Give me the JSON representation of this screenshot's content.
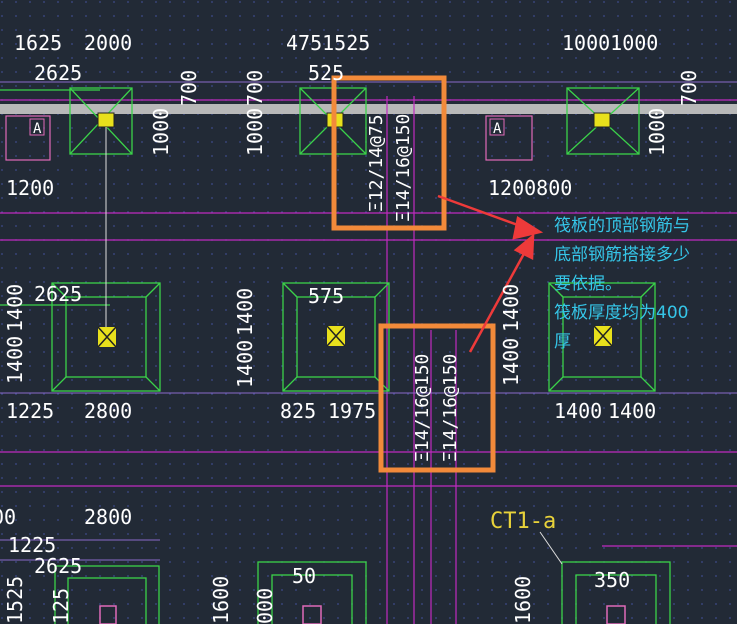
{
  "dims": {
    "t0": "1625",
    "t1": "2000",
    "t2": "4751525",
    "t3": "10001000",
    "t4": "2625",
    "t5": "525",
    "t6": "1200",
    "t7": "1200800",
    "t8": "2625",
    "t9": "575",
    "t10": "1225",
    "t11": "2800",
    "t12": "825",
    "t13": "1975",
    "t14": "1400",
    "t15": "1400",
    "t16": "00",
    "t17": "2800",
    "t18": "1225",
    "t19": "2625",
    "t20": "50",
    "t21": "350"
  },
  "vdims": {
    "v0": "700",
    "v1": "700",
    "v2": "700",
    "v3": "1000",
    "v4": "1000",
    "v5": "1000",
    "v6": "1400",
    "v7": "1400",
    "v8": "1400",
    "v9": "1400",
    "v10": "1400",
    "v11": "1400",
    "v12": "1600",
    "v13": "1600",
    "v14": "1525",
    "v15": "125",
    "v16": "000"
  },
  "rebar": {
    "top_1": "Ξ12/14@75",
    "top_2": "Ξ14/16@150",
    "bottom_1": "Ξ14/16@150",
    "bottom_2": "Ξ14/16@150"
  },
  "markers": {
    "a": "A"
  },
  "tag": {
    "ct": "CT1-a"
  },
  "note": {
    "line1": "筏板的顶部钢筋与",
    "line2": "底部钢筋搭接多少",
    "line3": "要依据。",
    "line4": "筏板厚度均为400",
    "line5": "厚"
  }
}
